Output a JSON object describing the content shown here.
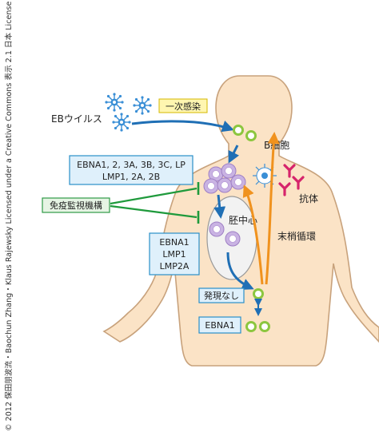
{
  "copyright": "© 2012 保田朋波流・Baochun Zhang・Klaus Rajewsky Licensed under a Creative Commons 表示 2.1 日本 License",
  "labels": {
    "eb_virus": "EBウイルス",
    "primary_infection": "一次感染",
    "b_cell": "B細胞",
    "latency_iii": [
      "EBNA1, 2, 3A, 3B, 3C, LP",
      "LMP1, 2A, 2B"
    ],
    "immune_surveillance": "免疫監視機構",
    "antibody": "抗体",
    "germinal_center": "胚中心",
    "latency_ii": [
      "EBNA1",
      "LMP1",
      "LMP2A"
    ],
    "peripheral_circulation": "末梢循環",
    "no_expression": "発現なし",
    "latency_i": "EBNA1"
  },
  "colors": {
    "skin": "#fbe3c6",
    "outline": "#c8a27c",
    "blue_arrow": "#1f6fb5",
    "orange_arrow": "#f0921e",
    "green_inhibit": "#1f9a3c",
    "virus": "#3a8fd6",
    "b_cell_green": "#8cc63f",
    "proliferating_cell": "#c9b3e3",
    "antibody": "#d6246b"
  }
}
